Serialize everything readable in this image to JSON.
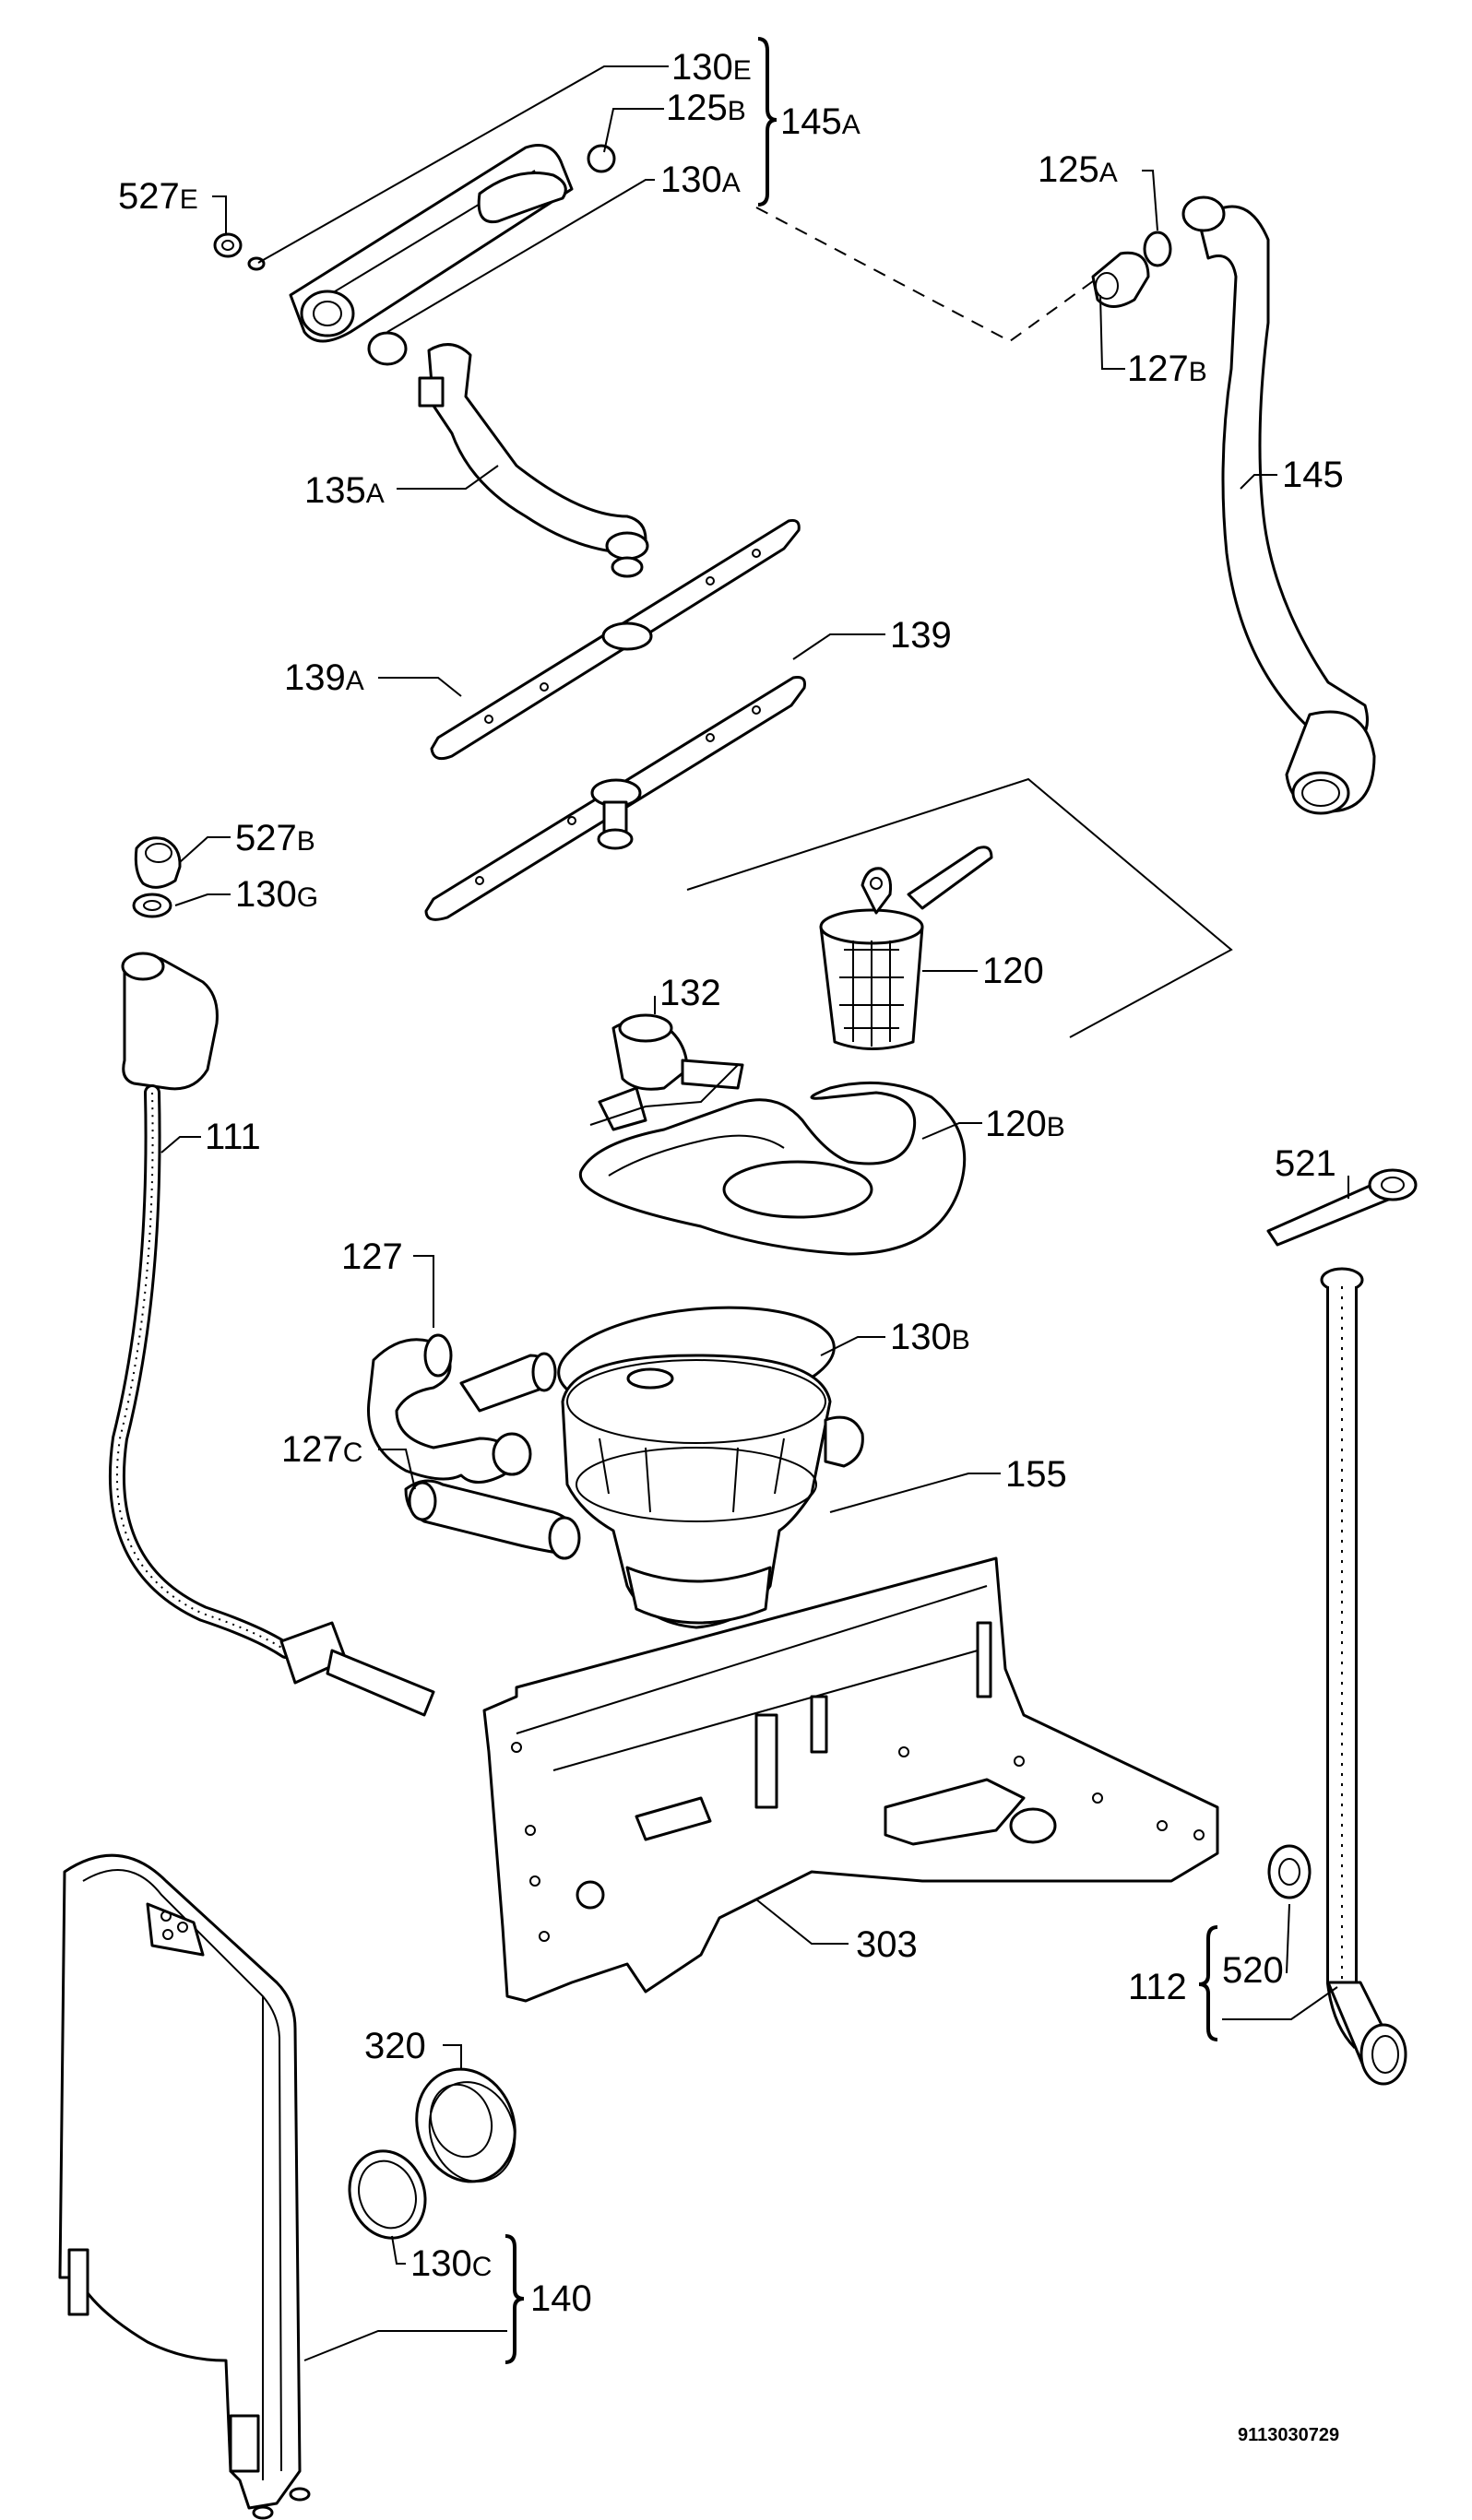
{
  "labels": {
    "l130e": {
      "num": "130",
      "suffix": "E"
    },
    "l125b": {
      "num": "125",
      "suffix": "B"
    },
    "l145a": {
      "num": "145",
      "suffix": "A"
    },
    "l130a": {
      "num": "130",
      "suffix": "A"
    },
    "l527e": {
      "num": "527",
      "suffix": "E"
    },
    "l125a": {
      "num": "125",
      "suffix": "A"
    },
    "l127b": {
      "num": "127",
      "suffix": "B"
    },
    "l135a": {
      "num": "135",
      "suffix": "A"
    },
    "l145": {
      "num": "145"
    },
    "l139a": {
      "num": "139",
      "suffix": "A"
    },
    "l139": {
      "num": "139"
    },
    "l527b": {
      "num": "527",
      "suffix": "B"
    },
    "l130g": {
      "num": "130",
      "suffix": "G"
    },
    "l120": {
      "num": "120"
    },
    "l132": {
      "num": "132"
    },
    "l111": {
      "num": "111"
    },
    "l120b": {
      "num": "120",
      "suffix": "B"
    },
    "l521": {
      "num": "521"
    },
    "l127": {
      "num": "127"
    },
    "l130b": {
      "num": "130",
      "suffix": "B"
    },
    "l127c": {
      "num": "127",
      "suffix": "C"
    },
    "l155": {
      "num": "155"
    },
    "l303": {
      "num": "303"
    },
    "l520": {
      "num": "520"
    },
    "l112": {
      "num": "112"
    },
    "l320": {
      "num": "320"
    },
    "l130c": {
      "num": "130",
      "suffix": "C"
    },
    "l140": {
      "num": "140"
    }
  },
  "reference_code": "9113030729"
}
